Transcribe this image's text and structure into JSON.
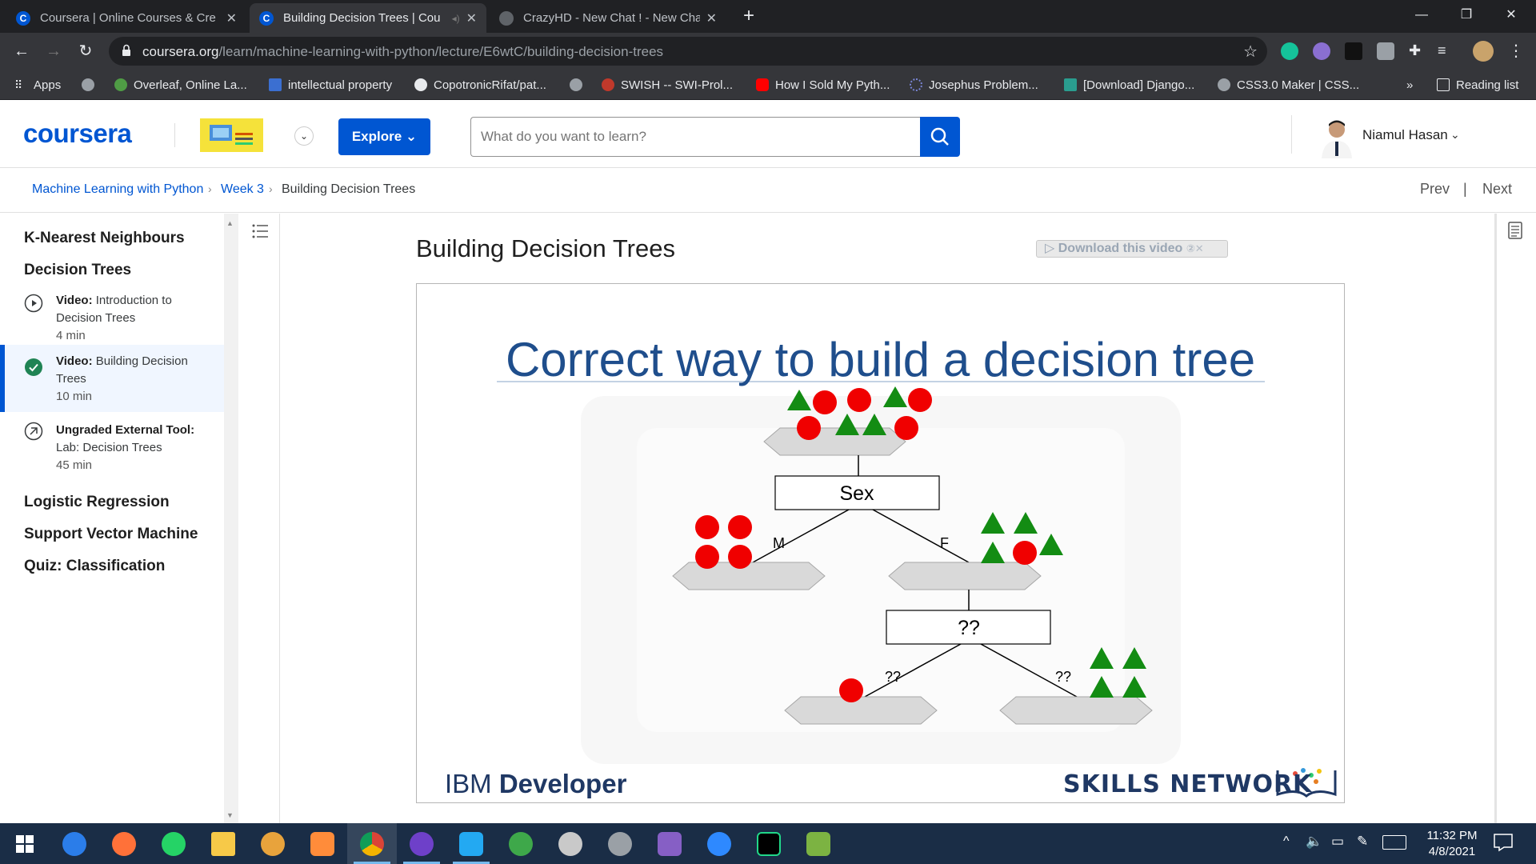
{
  "browser": {
    "tabs": [
      {
        "title": "Coursera | Online Courses & Cre",
        "active": false
      },
      {
        "title": "Building Decision Trees | Cou",
        "active": true
      },
      {
        "title": "CrazyHD - New Chat ! - New Cha",
        "active": false
      }
    ],
    "new_tab_glyph": "+",
    "url_host": "coursera.org",
    "url_path": "/learn/machine-learning-with-python/lecture/E6wtC/building-decision-trees",
    "bookmarks": [
      "Apps",
      "Overleaf, Online La...",
      "intellectual property",
      "CopotronicRifat/pat...",
      "SWISH -- SWI-Prol...",
      "How I Sold My Pyth...",
      "Josephus Problem...",
      "[Download] Django...",
      "CSS3.0 Maker | CSS...",
      "Reading list"
    ],
    "bookmarks_overflow": "»"
  },
  "header": {
    "logo": "coursera",
    "explore_label": "Explore",
    "search_placeholder": "What do you want to learn?",
    "user_name": "Niamul Hasan"
  },
  "breadcrumb": {
    "course": "Machine Learning with Python",
    "week": "Week 3",
    "current": "Building Decision Trees",
    "prev": "Prev",
    "sep": "|",
    "next": "Next"
  },
  "sidebar": {
    "headings": [
      "K-Nearest Neighbours",
      "Decision Trees"
    ],
    "items": [
      {
        "kind": "Video:",
        "title": "Introduction to Decision Trees",
        "duration": "4 min"
      },
      {
        "kind": "Video:",
        "title": "Building Decision Trees",
        "duration": "10 min"
      },
      {
        "kind": "Ungraded External Tool:",
        "title": "Lab: Decision Trees",
        "duration": "45 min"
      }
    ],
    "more_headings": [
      "Logistic Regression",
      "Support Vector Machine",
      "Quiz: Classification"
    ]
  },
  "lecture": {
    "title": "Building Decision Trees",
    "download_label": "Download this video"
  },
  "slide": {
    "title": "Correct way to build a decision tree",
    "node1": "Sex",
    "edge_left": "M",
    "edge_right": "F",
    "node2": "??",
    "edge2_left": "??",
    "edge2_right": "??",
    "footer_left_1": "IBM",
    "footer_left_2": "Developer",
    "footer_right": "SKILLS NETWORK",
    "colors": {
      "circle": "#f00000",
      "triangle": "#138c13",
      "hexagon": "#d9d9d9"
    }
  },
  "taskbar": {
    "time": "11:32 PM",
    "date": "4/8/2021"
  }
}
